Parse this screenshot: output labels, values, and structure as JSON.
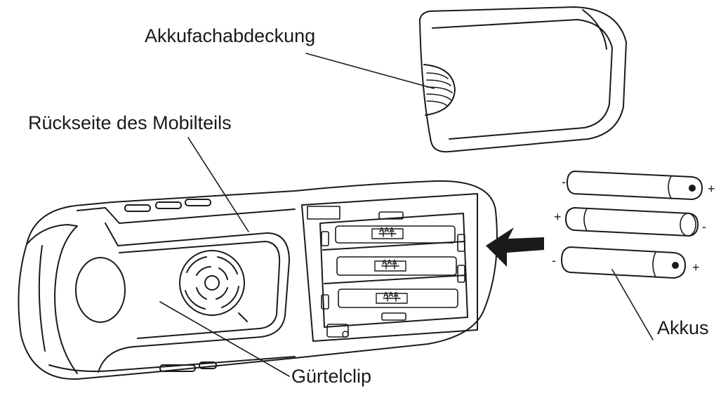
{
  "labels": {
    "cover": "Akkufachabdeckung",
    "back": "Rückseite des Mobilteils",
    "clip": "Gürtelclip",
    "batteries": "Akkus"
  },
  "polarity": {
    "battery1": {
      "left": "-",
      "right": "+"
    },
    "battery2": {
      "left": "+",
      "right": "-"
    },
    "battery3": {
      "left": "-",
      "right": "+"
    }
  },
  "cell_marking": "AAA",
  "colors": {
    "line": "#1a1a1a",
    "background": "#ffffff"
  }
}
